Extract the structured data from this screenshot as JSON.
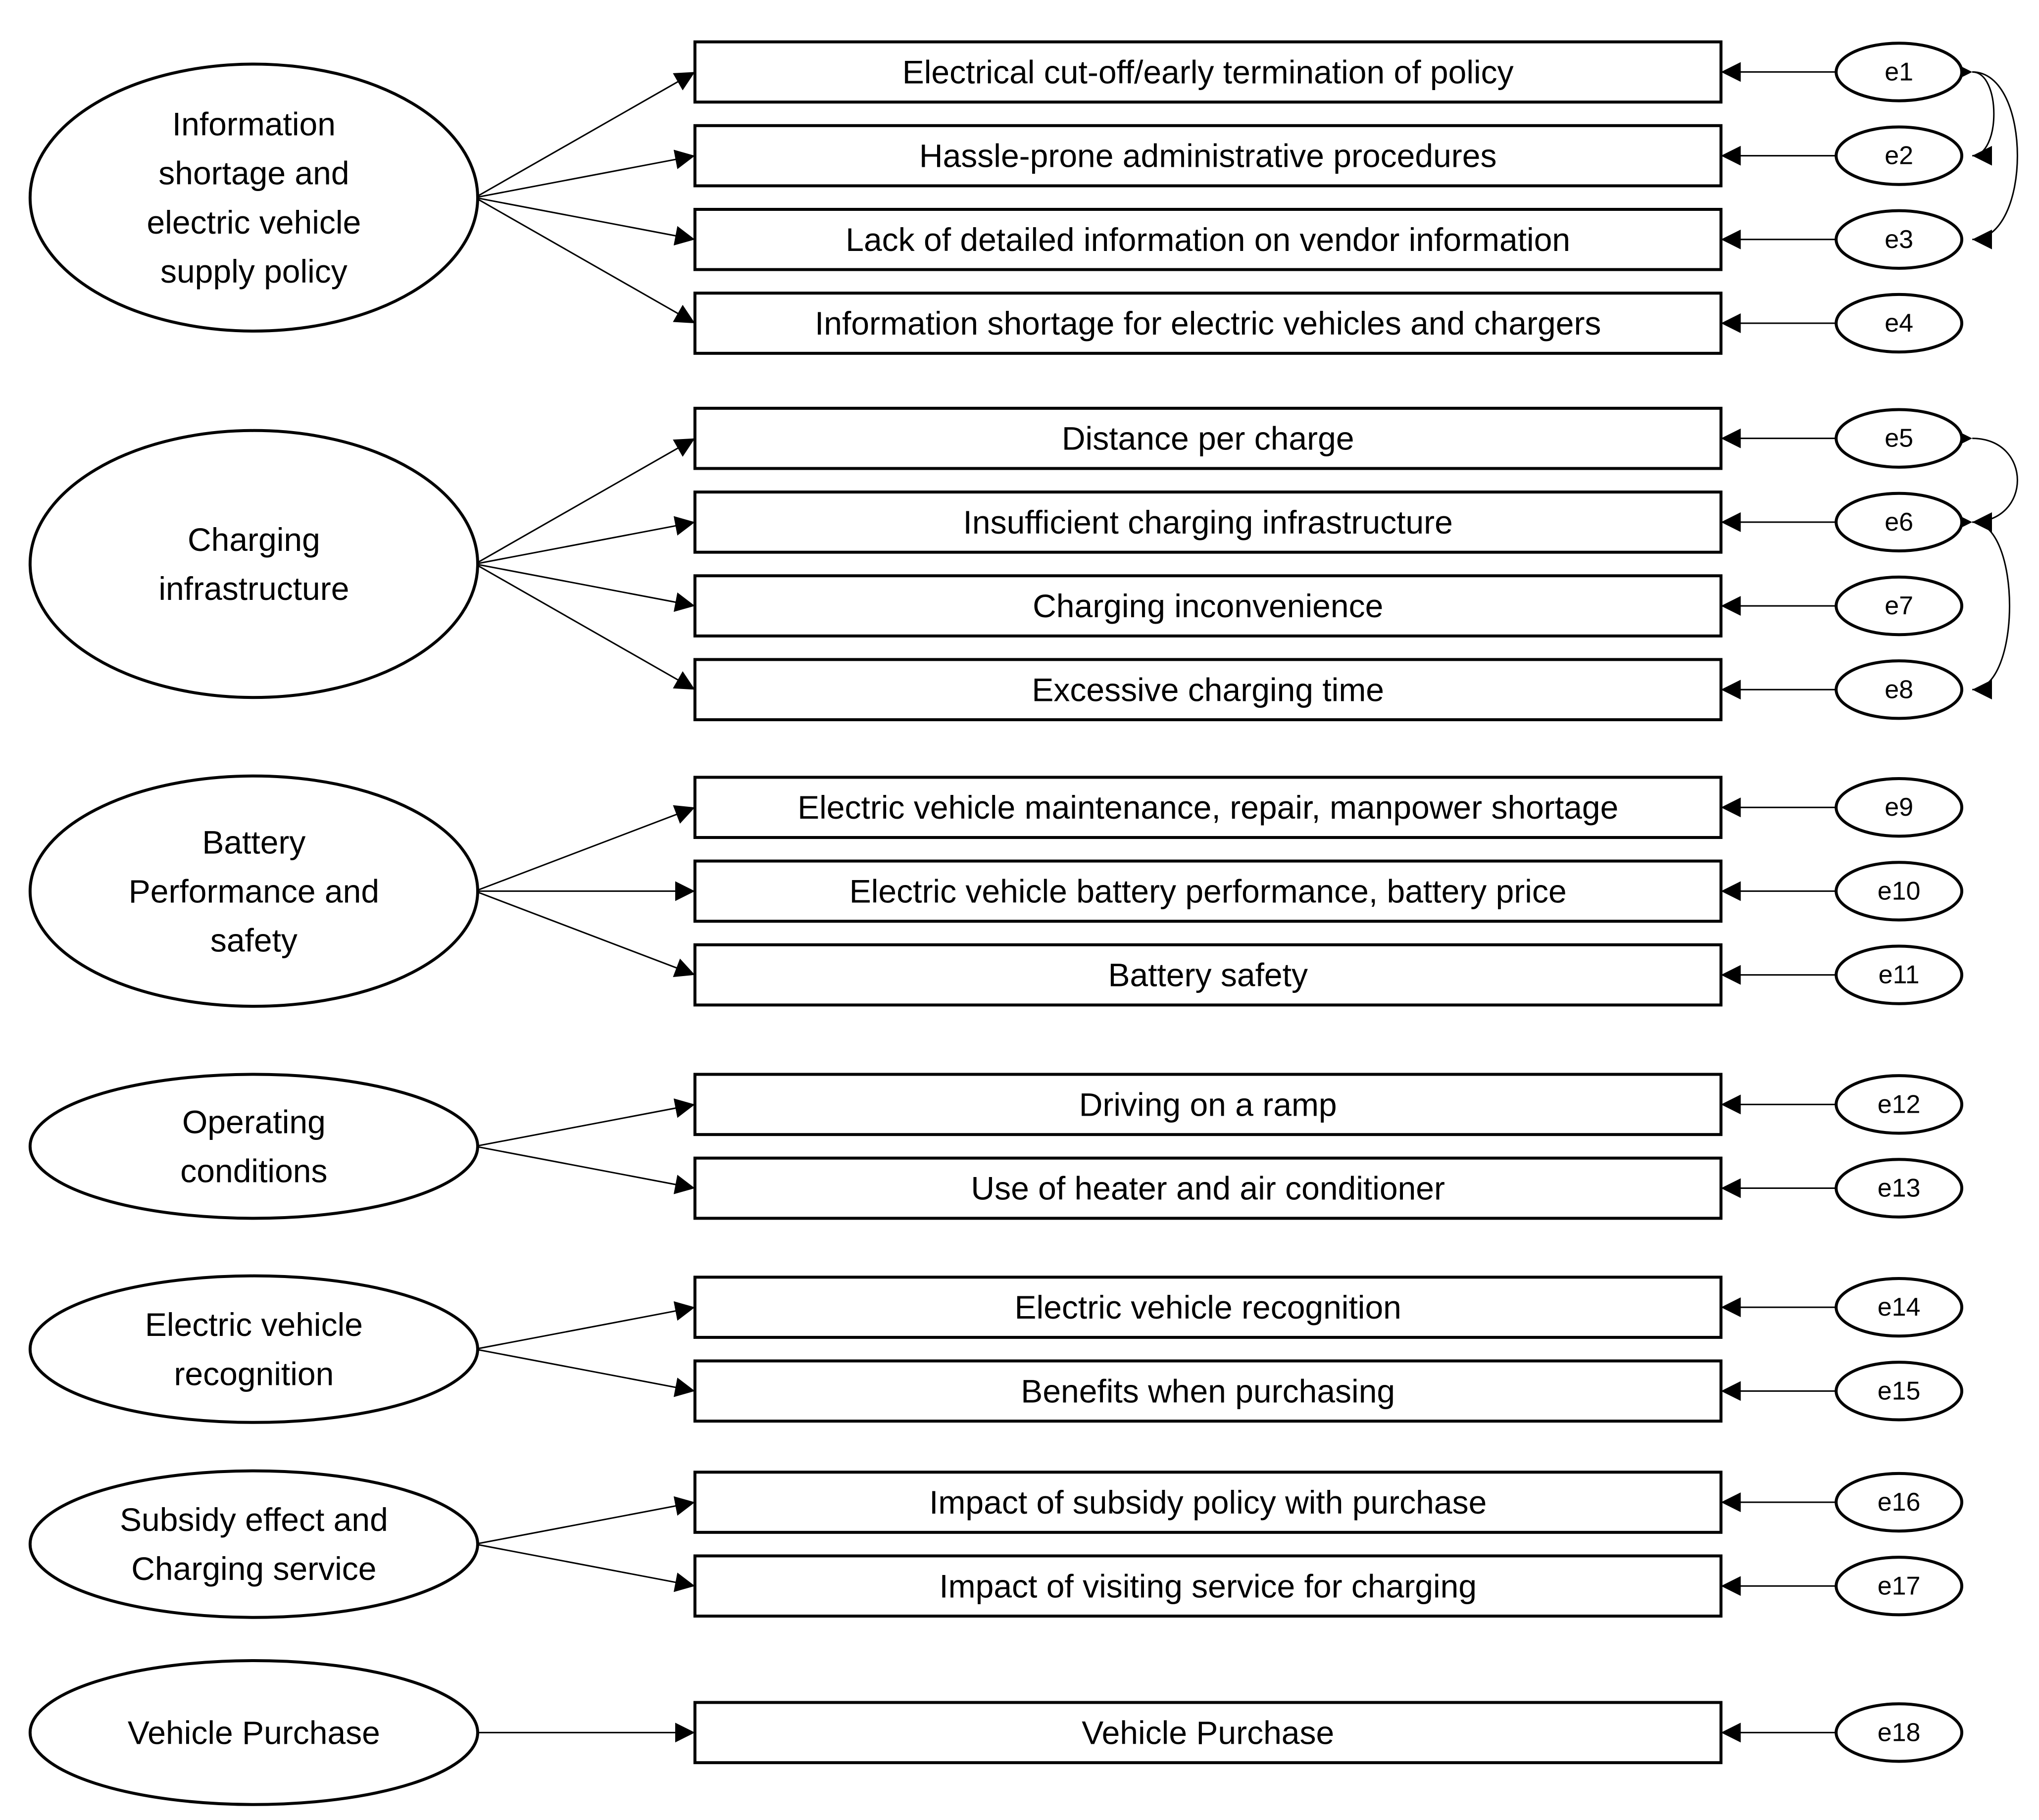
{
  "factors": [
    {
      "label_lines": [
        "Information",
        "shortage and",
        "electric vehicle",
        "supply policy"
      ],
      "indicators": [
        {
          "label": "Electrical cut-off/early termination of policy",
          "error": "e1"
        },
        {
          "label": "Hassle-prone administrative procedures",
          "error": "e2"
        },
        {
          "label": "Lack of detailed information on vendor information",
          "error": "e3"
        },
        {
          "label": "Information shortage for electric vehicles and chargers",
          "error": "e4"
        }
      ]
    },
    {
      "label_lines": [
        "Charging",
        "infrastructure"
      ],
      "indicators": [
        {
          "label": "Distance per charge",
          "error": "e5"
        },
        {
          "label": "Insufficient charging infrastructure",
          "error": "e6"
        },
        {
          "label": "Charging inconvenience",
          "error": "e7"
        },
        {
          "label": "Excessive charging time",
          "error": "e8"
        }
      ]
    },
    {
      "label_lines": [
        "Battery",
        "Performance and",
        "safety"
      ],
      "indicators": [
        {
          "label": "Electric vehicle maintenance, repair, manpower shortage",
          "error": "e9"
        },
        {
          "label": "Electric vehicle battery performance, battery price",
          "error": "e10"
        },
        {
          "label": "Battery safety",
          "error": "e11"
        }
      ]
    },
    {
      "label_lines": [
        "Operating",
        "conditions"
      ],
      "indicators": [
        {
          "label": "Driving on a ramp",
          "error": "e12"
        },
        {
          "label": "Use of heater and air conditioner",
          "error": "e13"
        }
      ]
    },
    {
      "label_lines": [
        "Electric vehicle",
        "recognition"
      ],
      "indicators": [
        {
          "label": "Electric vehicle recognition",
          "error": "e14"
        },
        {
          "label": "Benefits when purchasing",
          "error": "e15"
        }
      ]
    },
    {
      "label_lines": [
        "Subsidy effect and",
        "Charging service"
      ],
      "indicators": [
        {
          "label": "Impact of subsidy policy with purchase",
          "error": "e16"
        },
        {
          "label": "Impact of visiting service for charging",
          "error": "e17"
        }
      ]
    },
    {
      "label_lines": [
        "Vehicle Purchase"
      ],
      "indicators": [
        {
          "label": "Vehicle Purchase",
          "error": "e18"
        }
      ]
    }
  ],
  "correlations": [
    [
      "e1",
      "e2"
    ],
    [
      "e1",
      "e3"
    ],
    [
      "e5",
      "e6"
    ],
    [
      "e6",
      "e8"
    ]
  ]
}
